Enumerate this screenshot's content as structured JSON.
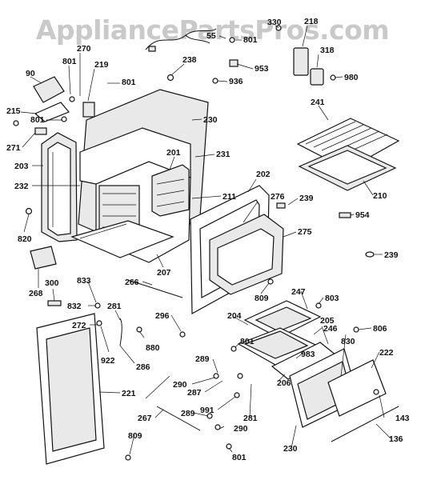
{
  "watermark": "AppliancePartsPros.com",
  "labels": {
    "p55": "55",
    "p801a": "801",
    "p330": "330",
    "p218": "218",
    "p318": "318",
    "p980": "980",
    "p953": "953",
    "p238": "238",
    "p936": "936",
    "p90": "90",
    "p801b": "801",
    "p270": "270",
    "p219": "219",
    "p801c": "801",
    "p215": "215",
    "p801d": "801",
    "p271": "271",
    "p230": "230",
    "p241": "241",
    "p201": "201",
    "p231": "231",
    "p203": "203",
    "p232": "232",
    "p202": "202",
    "p210": "210",
    "p276": "276",
    "p239a": "239",
    "p211": "211",
    "p954": "954",
    "p820": "820",
    "p275": "275",
    "p239b": "239",
    "p207": "207",
    "p268": "268",
    "p833": "833",
    "p266": "266",
    "p300": "300",
    "p809a": "809",
    "p247": "247",
    "p803": "803",
    "p832": "832",
    "p281a": "281",
    "p296": "296",
    "p204": "204",
    "p272": "272",
    "p246": "246",
    "p806": "806",
    "p880": "880",
    "p922": "922",
    "p205": "205",
    "p830": "830",
    "p801e": "801",
    "p286": "286",
    "p289a": "289",
    "p983": "983",
    "p222": "222",
    "p290a": "290",
    "p206": "206",
    "p287": "287",
    "p221": "221",
    "p991": "991",
    "p281b": "281",
    "p143": "143",
    "p267": "267",
    "p289b": "289",
    "p290b": "290",
    "p230b": "230",
    "p136": "136",
    "p809b": "809",
    "p801f": "801"
  }
}
